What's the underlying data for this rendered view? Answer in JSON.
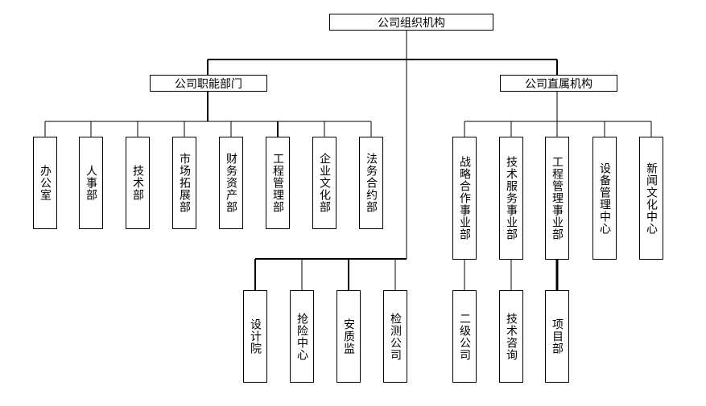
{
  "root": "公司组织机构",
  "functional": {
    "title": "公司职能部门",
    "departments": [
      "办公室",
      "人事部",
      "技术部",
      "市场拓展部",
      "财务资产部",
      "工程管理部",
      "企业文化部",
      "法务合约部"
    ]
  },
  "direct": {
    "title": "公司直属机构",
    "units": [
      "战略合作事业部",
      "技术服务事业部",
      "工程管理事业部",
      "设备管理中心",
      "新闻文化中心"
    ],
    "subunits": [
      "二级公司",
      "技术咨询",
      "项目部"
    ]
  },
  "affiliates": [
    "设计院",
    "抢险中心",
    "安质监",
    "检测公司"
  ]
}
